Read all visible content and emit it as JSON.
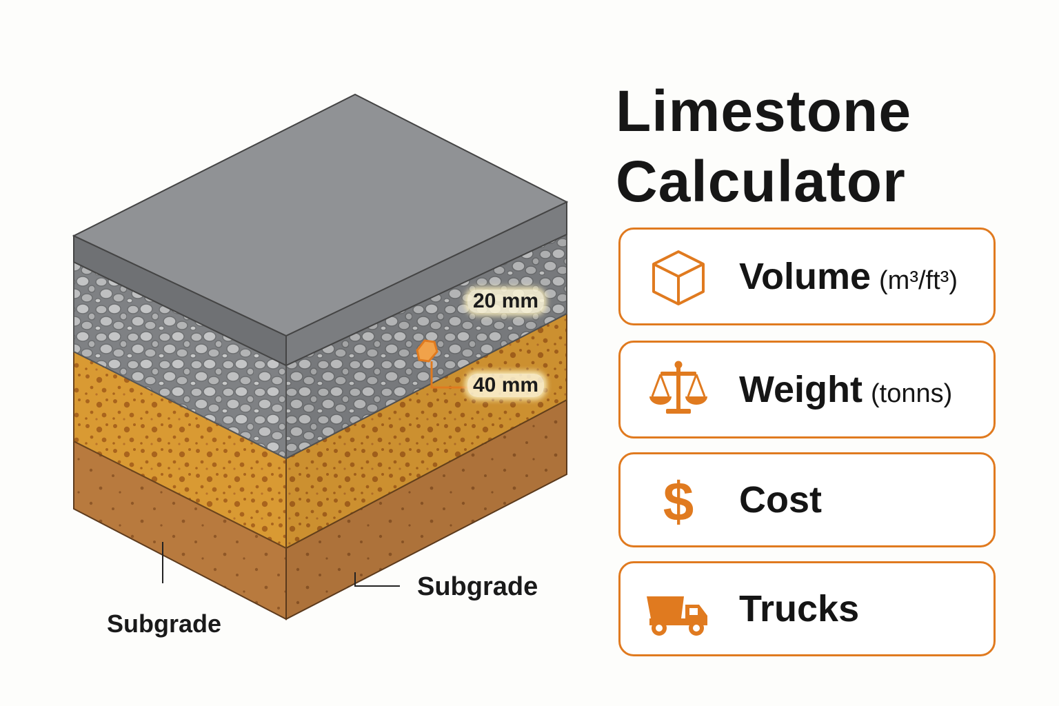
{
  "title": {
    "line1": "Limestone",
    "line2": "Calculator"
  },
  "cards": [
    {
      "label": "Volume",
      "unit": "(m³/ft³)",
      "icon": "cube-icon"
    },
    {
      "label": "Weight",
      "unit": "(tonns)",
      "icon": "scale-icon"
    },
    {
      "label": "Cost",
      "unit": "",
      "icon": "dollar-icon"
    },
    {
      "label": "Trucks",
      "unit": "",
      "icon": "dump-truck-icon"
    }
  ],
  "diagram": {
    "thickness_top": "20 mm",
    "thickness_mid": "40 mm",
    "label_left": "Subgrade",
    "label_right": "Subgrade"
  },
  "colors": {
    "accent": "#e07a1f",
    "surface": "#8f9194",
    "gravel": "#8a8c8e",
    "sand": "#d9982f",
    "subgrade": "#b97a3c"
  }
}
